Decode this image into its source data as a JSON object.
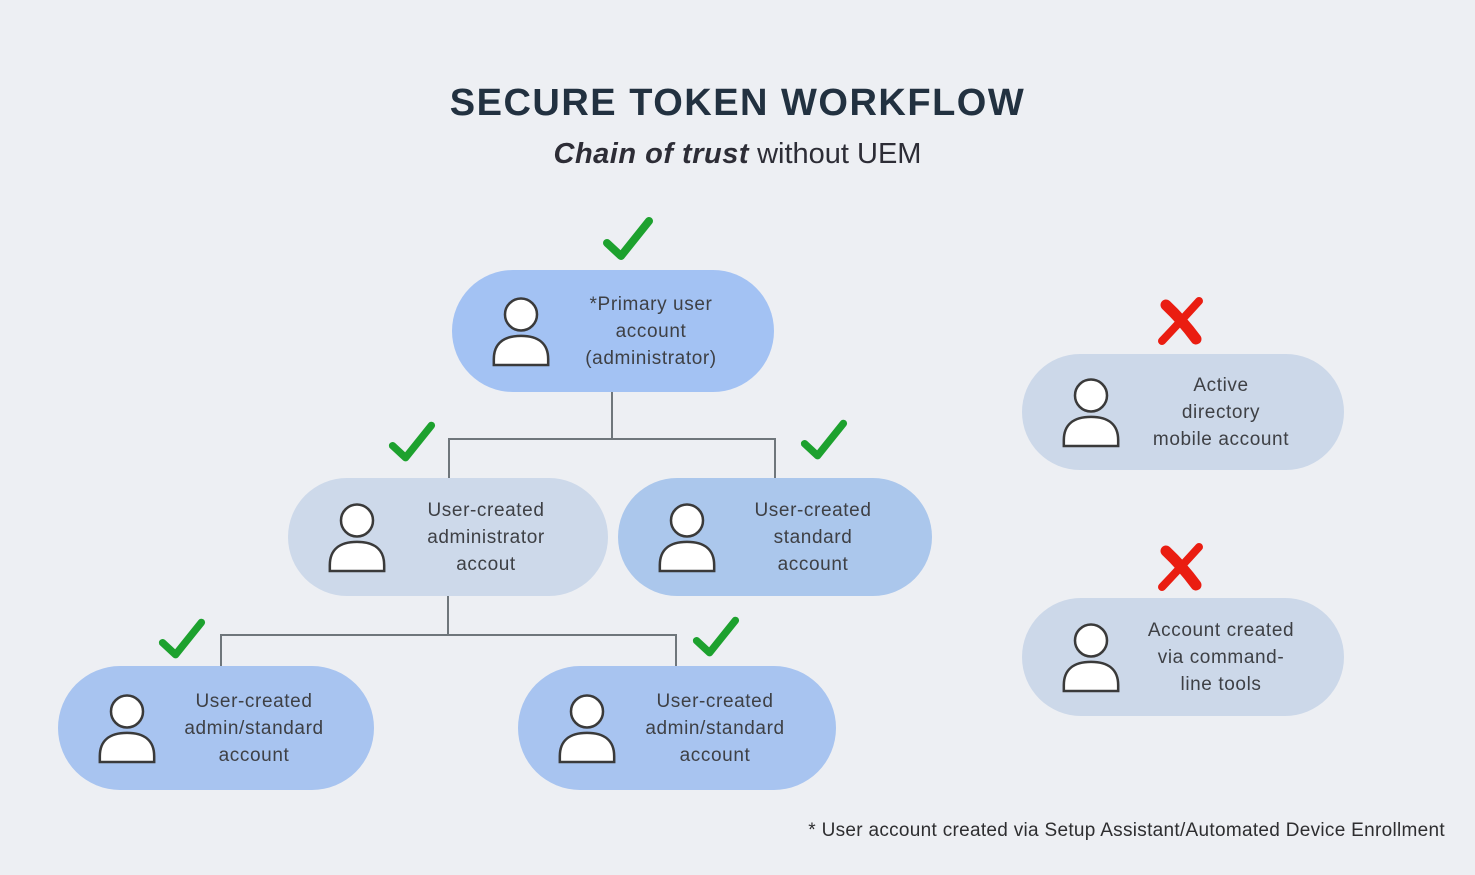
{
  "title": "SECURE TOKEN WORKFLOW",
  "subtitle": {
    "italic_part": "Chain of trust",
    "regular_part": " without UEM"
  },
  "footnote": "* User account created via Setup Assistant/Automated Device Enrollment",
  "colors": {
    "background": "#edeff3",
    "node_blue_bright": "#a3c2f3",
    "node_blue_medium": "#abc7ec",
    "node_blue_light": "#cdd9ea",
    "node_gray_blue": "#ccd8e9",
    "check_green": "#1da12e",
    "cross_red": "#ea1d11",
    "connector_gray": "#6f767b",
    "title_color": "#223140"
  },
  "nodes": {
    "primary": {
      "label": "*Primary user\naccount\n(administrator)",
      "mark": "check"
    },
    "admin": {
      "label": "User-created\nadministrator\naccout",
      "mark": "check"
    },
    "standard": {
      "label": "User-created\nstandard\naccount",
      "mark": "check"
    },
    "l3_left": {
      "label": "User-created\nadmin/standard\naccount",
      "mark": "check"
    },
    "l3_right": {
      "label": "User-created\nadmin/standard\naccount",
      "mark": "check"
    },
    "active_directory": {
      "label": "Active\ndirectory\nmobile account",
      "mark": "cross"
    },
    "command_line": {
      "label": "Account created\nvia command-\nline tools",
      "mark": "cross"
    }
  }
}
